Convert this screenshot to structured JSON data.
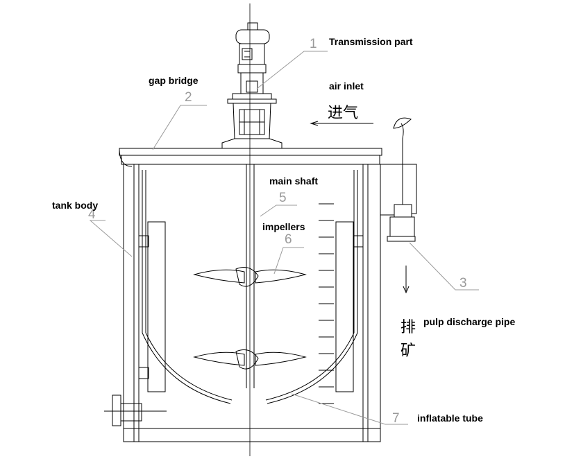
{
  "labels": {
    "transmission_part": "Transmission part",
    "gap_bridge": "gap bridge",
    "air_inlet": "air inlet",
    "air_inlet_cn": "进气",
    "main_shaft": "main shaft",
    "tank_body": "tank body",
    "impellers": "impellers",
    "pulp_discharge_pipe": "pulp discharge pipe",
    "pulp_discharge_cn_1": "排",
    "pulp_discharge_cn_2": "矿",
    "inflatable_tube": "inflatable tube"
  },
  "part_numbers": [
    "1",
    "2",
    "3",
    "4",
    "5",
    "6",
    "7"
  ],
  "colors": {
    "line": "#000000",
    "leader": "#9a9a9a",
    "background": "#ffffff"
  }
}
